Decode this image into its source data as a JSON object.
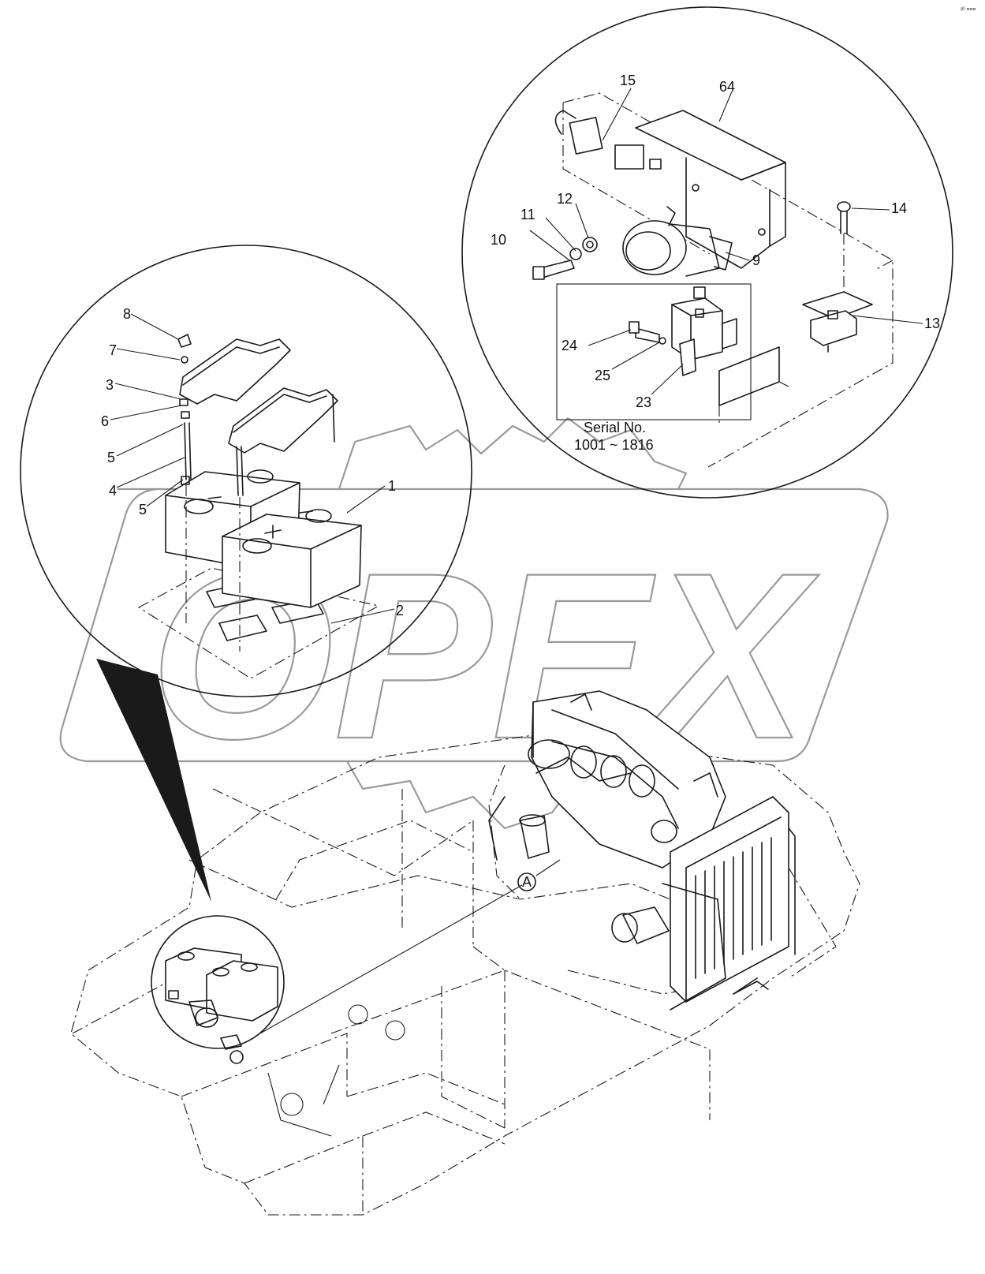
{
  "diagram": {
    "corner_mark": "ᵍᴰ ¤¤¤",
    "serial_note": {
      "line1": "Serial No.",
      "line2": "1001 ~ 1816"
    },
    "detail_marker": "A",
    "callouts": {
      "c1": "1",
      "c2": "2",
      "c3": "3",
      "c4": "4",
      "c5a": "5",
      "c5b": "5",
      "c6": "6",
      "c7": "7",
      "c8": "8",
      "c9": "9",
      "c10": "10",
      "c11": "11",
      "c12": "12",
      "c13": "13",
      "c14": "14",
      "c15": "15",
      "c23": "23",
      "c24": "24",
      "c25": "25",
      "c64": "64"
    },
    "watermark": "OPEX"
  }
}
